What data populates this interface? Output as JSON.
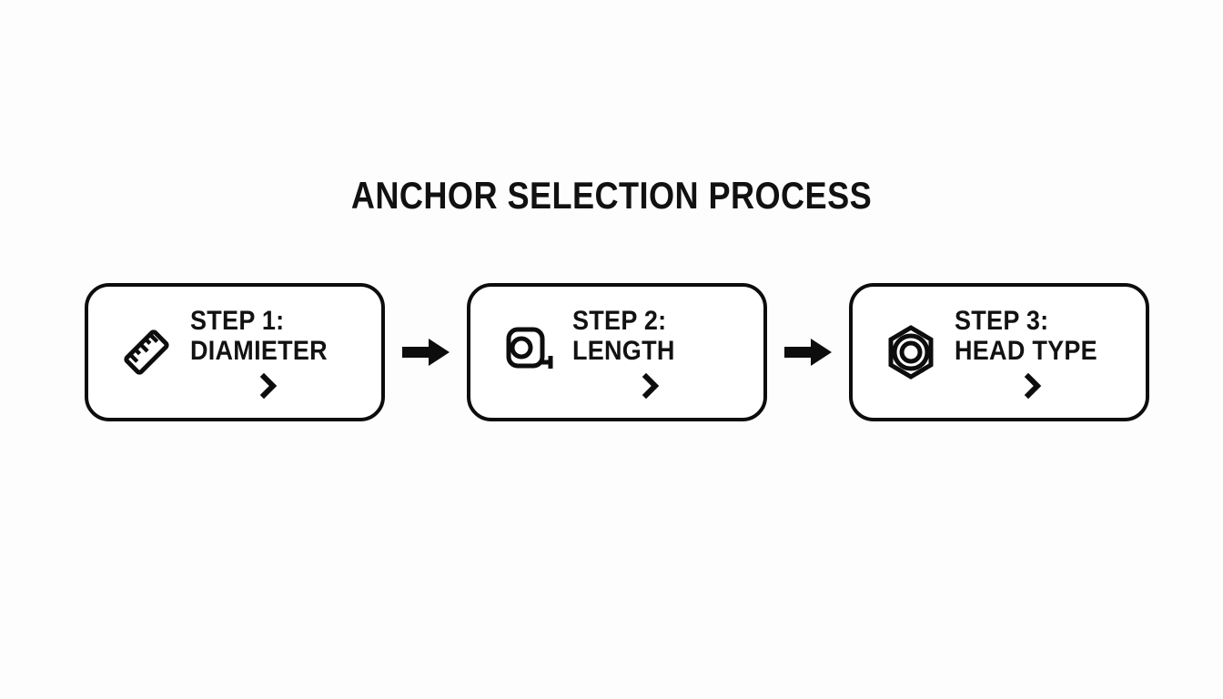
{
  "page": {
    "title": "ANCHOR SELECTION PROCESS",
    "background_color": "#fdfdfd",
    "ink_color": "#0d0d0d"
  },
  "flow": {
    "steps": [
      {
        "icon": "ruler-icon",
        "line1": "STEP 1:",
        "line2": "DIAMIETER",
        "chevron": "›"
      },
      {
        "icon": "tape-measure-icon",
        "line1": "STEP 2:",
        "line2": "LENGTH",
        "chevron": "›"
      },
      {
        "icon": "hex-nut-icon",
        "line1": "STEP 3:",
        "line2": "HEAD TYPE",
        "chevron": "›"
      }
    ],
    "connectors": [
      {
        "icon": "arrow-right-icon"
      },
      {
        "icon": "arrow-right-icon"
      }
    ]
  }
}
